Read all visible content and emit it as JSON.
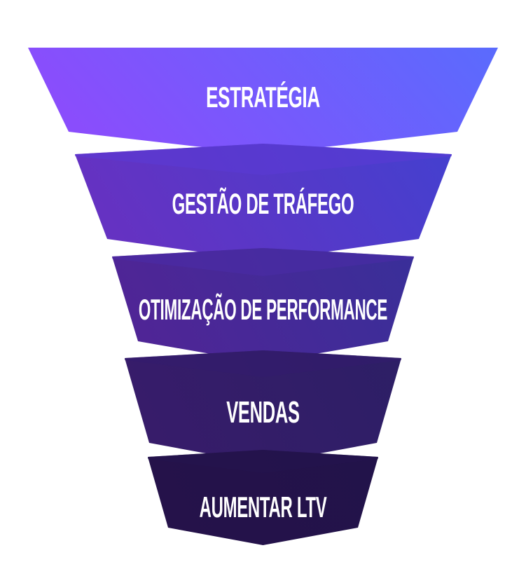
{
  "diagram": {
    "type": "funnel",
    "stages": [
      {
        "label": "ESTRATÉGIA",
        "color_left": "#8a4dfc",
        "color_right": "#5a6bfd",
        "shadow": "#5b3bd6"
      },
      {
        "label": "GESTÃO DE TRÁFEGO",
        "color_left": "#6532c2",
        "color_right": "#4440cf",
        "shadow": "#4a2ba8"
      },
      {
        "label": "OTIMIZAÇÃO DE PERFORMANCE",
        "color_left": "#4f2596",
        "color_right": "#392f99",
        "shadow": "#331c6e"
      },
      {
        "label": "VENDAS",
        "color_left": "#371c6a",
        "color_right": "#2d1f66",
        "shadow": "#24144f"
      },
      {
        "label": "AUMENTAR LTV",
        "color_left": "#25124a",
        "color_right": "#22134a",
        "shadow": "#1a0d38"
      }
    ]
  }
}
